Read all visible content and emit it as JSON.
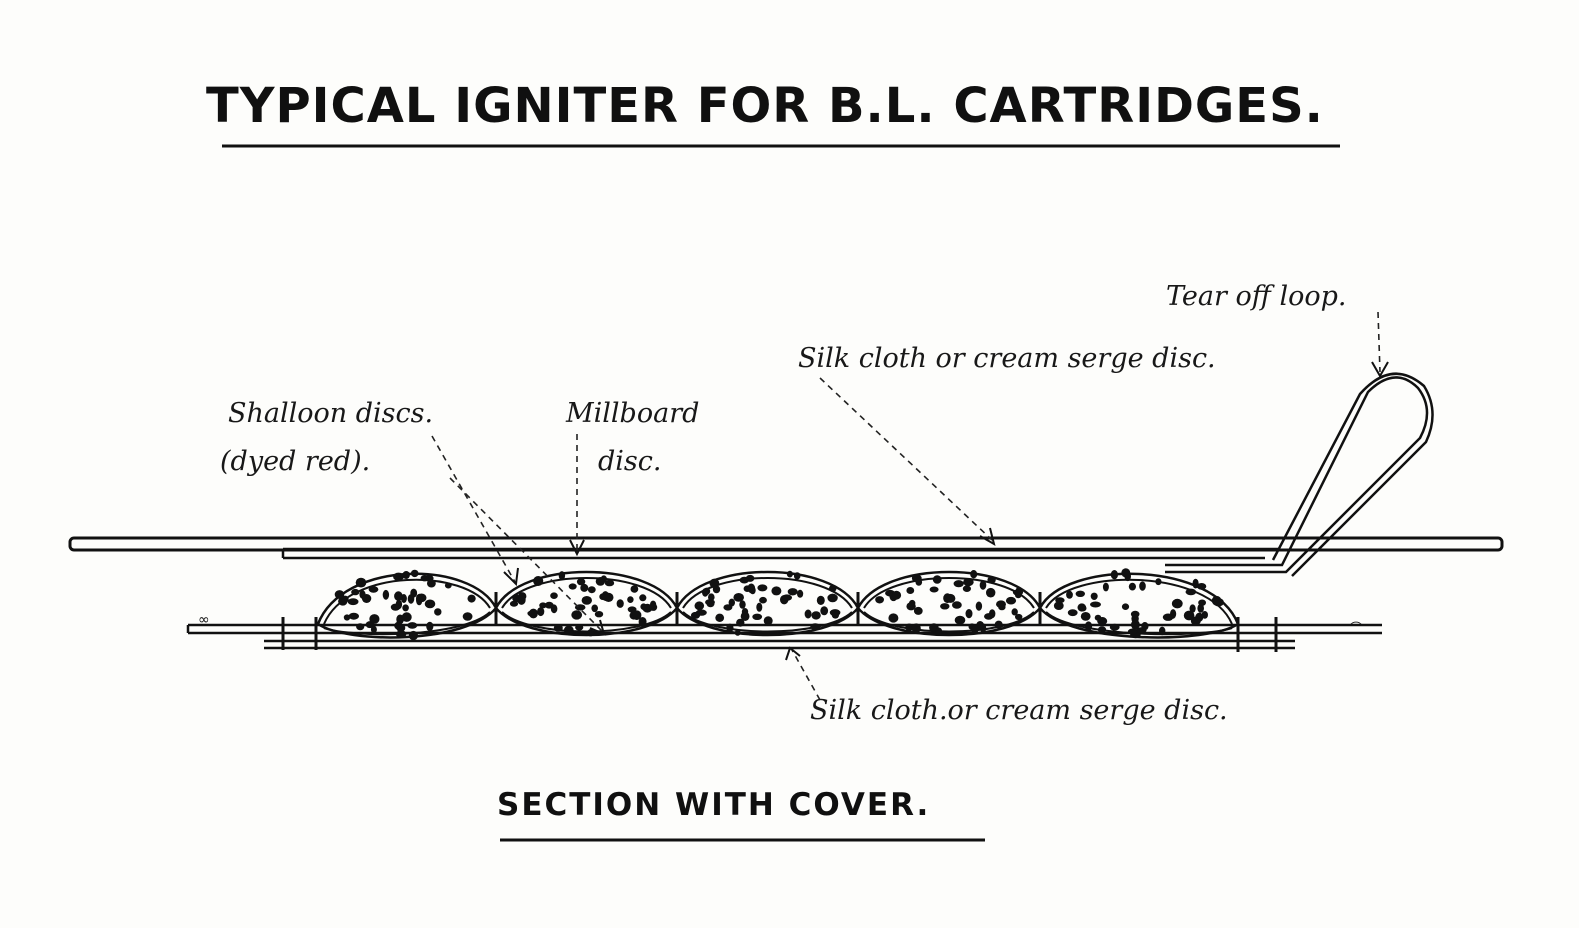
{
  "title": "TYPICAL IGNITER FOR B.L. CARTRIDGES.",
  "subtitle": "SECTION WITH COVER.",
  "labels": {
    "tear_off_loop": "Tear off loop.",
    "silk_cloth_top": "Silk cloth or cream serge disc.",
    "shalloon_line1": "Shalloon discs.",
    "shalloon_line2": "(dyed red).",
    "millboard_line1": "Millboard",
    "millboard_line2": "disc.",
    "silk_cloth_bottom": "Silk cloth.or cream serge disc."
  },
  "colors": {
    "ink": "#111111",
    "paper": "#fdfdfb"
  }
}
